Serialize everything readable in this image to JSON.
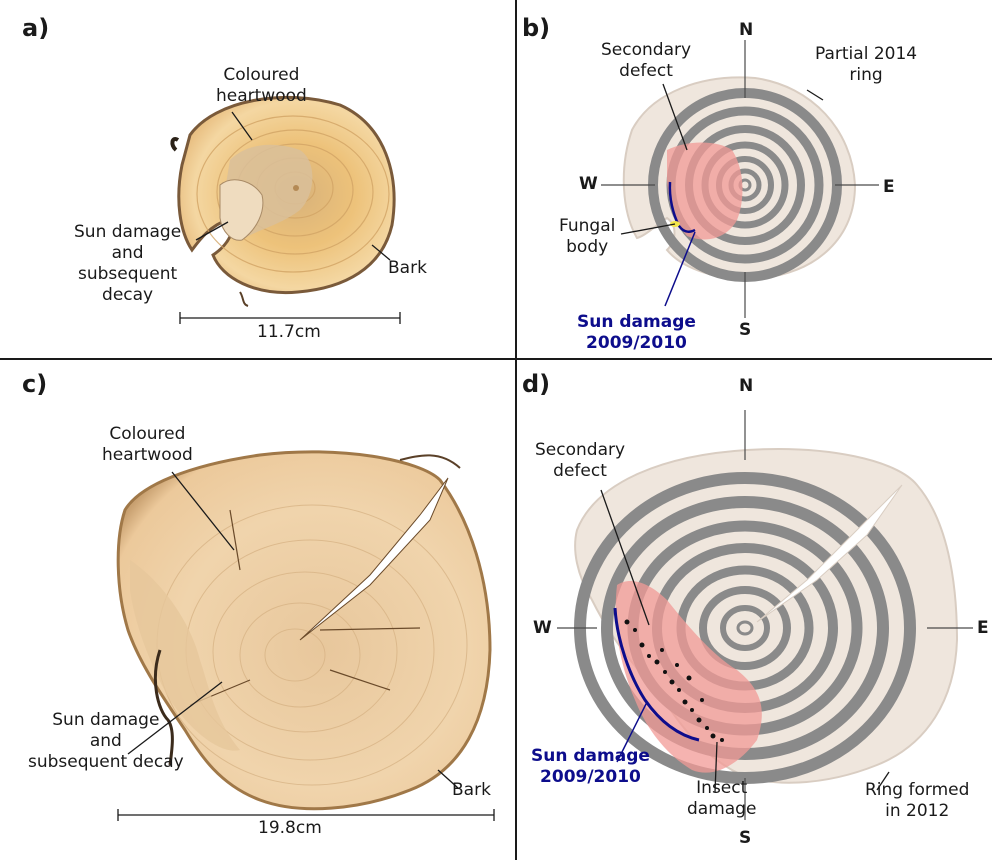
{
  "panels": {
    "a": {
      "label": "a)",
      "annotations": {
        "heartwood": "Coloured\nheartwood",
        "sun_damage": "Sun damage\nand\nsubsequent\ndecay",
        "bark": "Bark"
      },
      "scale": "11.7cm"
    },
    "b": {
      "label": "b)",
      "compass": {
        "n": "N",
        "s": "S",
        "e": "E",
        "w": "W"
      },
      "annotations": {
        "secondary_defect": "Secondary\ndefect",
        "partial_ring": "Partial 2014\nring",
        "fungal_body": "Fungal\nbody",
        "sun_damage": "Sun damage\n2009/2010"
      }
    },
    "c": {
      "label": "c)",
      "annotations": {
        "heartwood": "Coloured\nheartwood",
        "sun_damage": "Sun damage\nand\nsubsequent decay",
        "bark": "Bark"
      },
      "scale": "19.8cm"
    },
    "d": {
      "label": "d)",
      "compass": {
        "n": "N",
        "s": "S",
        "e": "E",
        "w": "W"
      },
      "annotations": {
        "secondary_defect": "Secondary\ndefect",
        "sun_damage": "Sun damage\n2009/2010",
        "insect_damage": "Insect\ndamage",
        "ring_2012": "Ring formed\nin 2012"
      }
    }
  },
  "colors": {
    "sun_damage_line": "#0d0d8c",
    "secondary_defect": "#f29a96",
    "ring_gray": "#8a8a8a",
    "fungal_body": "#f2e64a",
    "wood_light": "#f3dcb4",
    "wood_heart": "#e9b266"
  }
}
